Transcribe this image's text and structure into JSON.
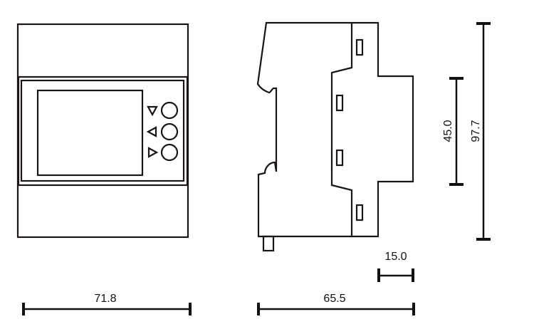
{
  "title": "Meter dimension drawing",
  "dimensions": {
    "front_width": "71.8",
    "side_depth": "65.5",
    "front_protrusion": "15.0",
    "front_height": "45.0",
    "total_height": "97.7"
  },
  "buttons": [
    {
      "icon": "triangle-down-icon"
    },
    {
      "icon": "triangle-left-icon"
    },
    {
      "icon": "triangle-right-icon"
    }
  ],
  "colors": {
    "line": "#1a1414",
    "background": "#ffffff"
  }
}
